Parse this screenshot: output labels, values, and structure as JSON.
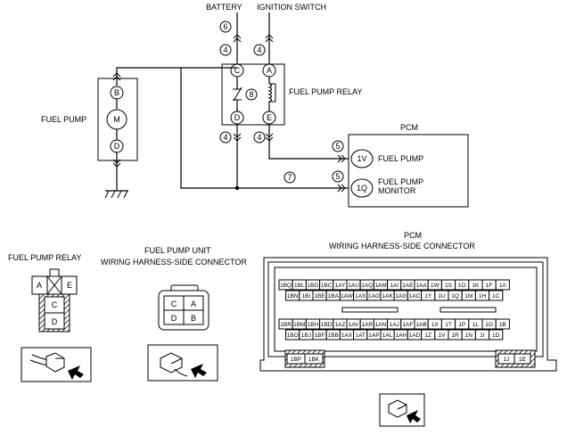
{
  "labels": {
    "battery": "BATTERY",
    "ignition_switch": "IGNITION SWITCH",
    "fuel_pump": "FUEL PUMP",
    "fuel_pump_relay": "FUEL PUMP RELAY",
    "pcm": "PCM",
    "pcm_fuel_pump": "FUEL PUMP",
    "pcm_monitor_l1": "FUEL PUMP",
    "pcm_monitor_l2": "MONITOR"
  },
  "refs": {
    "r4": "4",
    "r5": "5",
    "r6": "6",
    "r7": "7",
    "r8": "8"
  },
  "pins": {
    "a": "A",
    "b": "B",
    "c": "C",
    "d": "D",
    "e": "E",
    "m": "M",
    "v1": "1V",
    "q1": "1Q"
  },
  "connectors": {
    "relay_title": "FUEL PUMP RELAY",
    "unit_title_l1": "FUEL PUMP UNIT",
    "unit_title_l2": "WIRING HARNESS-SIDE CONNECTOR",
    "pcm_title_l1": "PCM",
    "pcm_title_l2": "WIRING HARNESS-SIDE CONNECTOR",
    "relay_pins": [
      "A",
      "E",
      "C",
      "D"
    ],
    "unit_pins": [
      "C",
      "A",
      "D",
      "B"
    ],
    "pcm_upper_row1": [
      "1BQ",
      "1BL",
      "1BG",
      "1BC",
      "1AY",
      "1AU",
      "1AQ",
      "1AM",
      "1AI",
      "1AE",
      "1AA",
      "1W",
      "1S",
      "1O",
      "1K",
      "1F",
      "1A"
    ],
    "pcm_upper_row2": [
      "1BN",
      "1BI",
      "1BE",
      "1BA",
      "1AW",
      "1AS",
      "1AO",
      "1AK",
      "1AG",
      "1AC",
      "1Y",
      "1U",
      "1Q",
      "1M",
      "1H",
      "1C"
    ],
    "pcm_lower_row1": [
      "1BR",
      "1BM",
      "1BH",
      "1BD",
      "1AZ",
      "1AV",
      "1AR",
      "1AN",
      "1AJ",
      "1AF",
      "1AB",
      "1X",
      "1T",
      "1P",
      "1L",
      "1G",
      "1B"
    ],
    "pcm_lower_row2": [
      "1BO",
      "1BJ",
      "1BF",
      "1BB",
      "1AX",
      "1AT",
      "1AP",
      "1AL",
      "1AH",
      "1AD",
      "1Z",
      "1V",
      "1R",
      "1N",
      "1I",
      "1D"
    ],
    "pcm_bottom_left": [
      "1BP",
      "1BK"
    ],
    "pcm_bottom_right": [
      "1J",
      "1E"
    ]
  }
}
